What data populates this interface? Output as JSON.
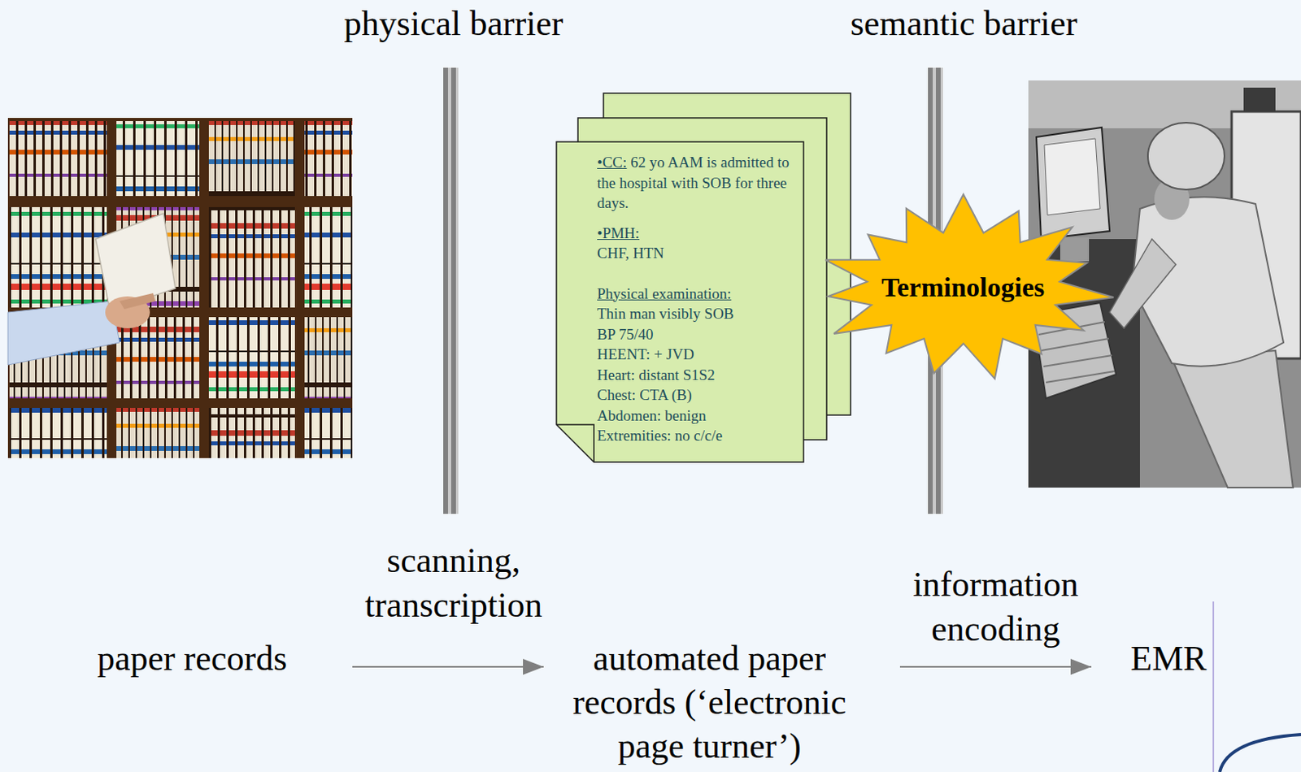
{
  "diagram": {
    "nodes": [
      {
        "text": [
          "•CC:",
          "62 yo AAM is admitted to the hospital with SOB for three days.",
          "•PMH:",
          "CHF, HTN",
          "Physical examination:",
          "Thin man visibly SOB",
          "BP 75/40",
          "HEENT: + JVD",
          "Heart: distant S1S2",
          "Chest: CTA (B)",
          "Abdomen: benign",
          "Extremities: no c/c/e"
        ]
      },
      {
        "text": [
          "Terminologies"
        ]
      },
      {
        "text": [
          "paper records"
        ]
      },
      {
        "text": [
          "automated paper records (‘electronic page turner’)"
        ]
      },
      {
        "text": [
          "EMR"
        ]
      }
    ],
    "edges": [
      {
        "from": 2,
        "to": 3,
        "arrow": "to",
        "label": "scanning, transcription"
      },
      {
        "from": 3,
        "to": 4,
        "arrow": "to",
        "label": "information encoding"
      }
    ],
    "labels": [
      "physical barrier",
      "semantic barrier"
    ]
  }
}
